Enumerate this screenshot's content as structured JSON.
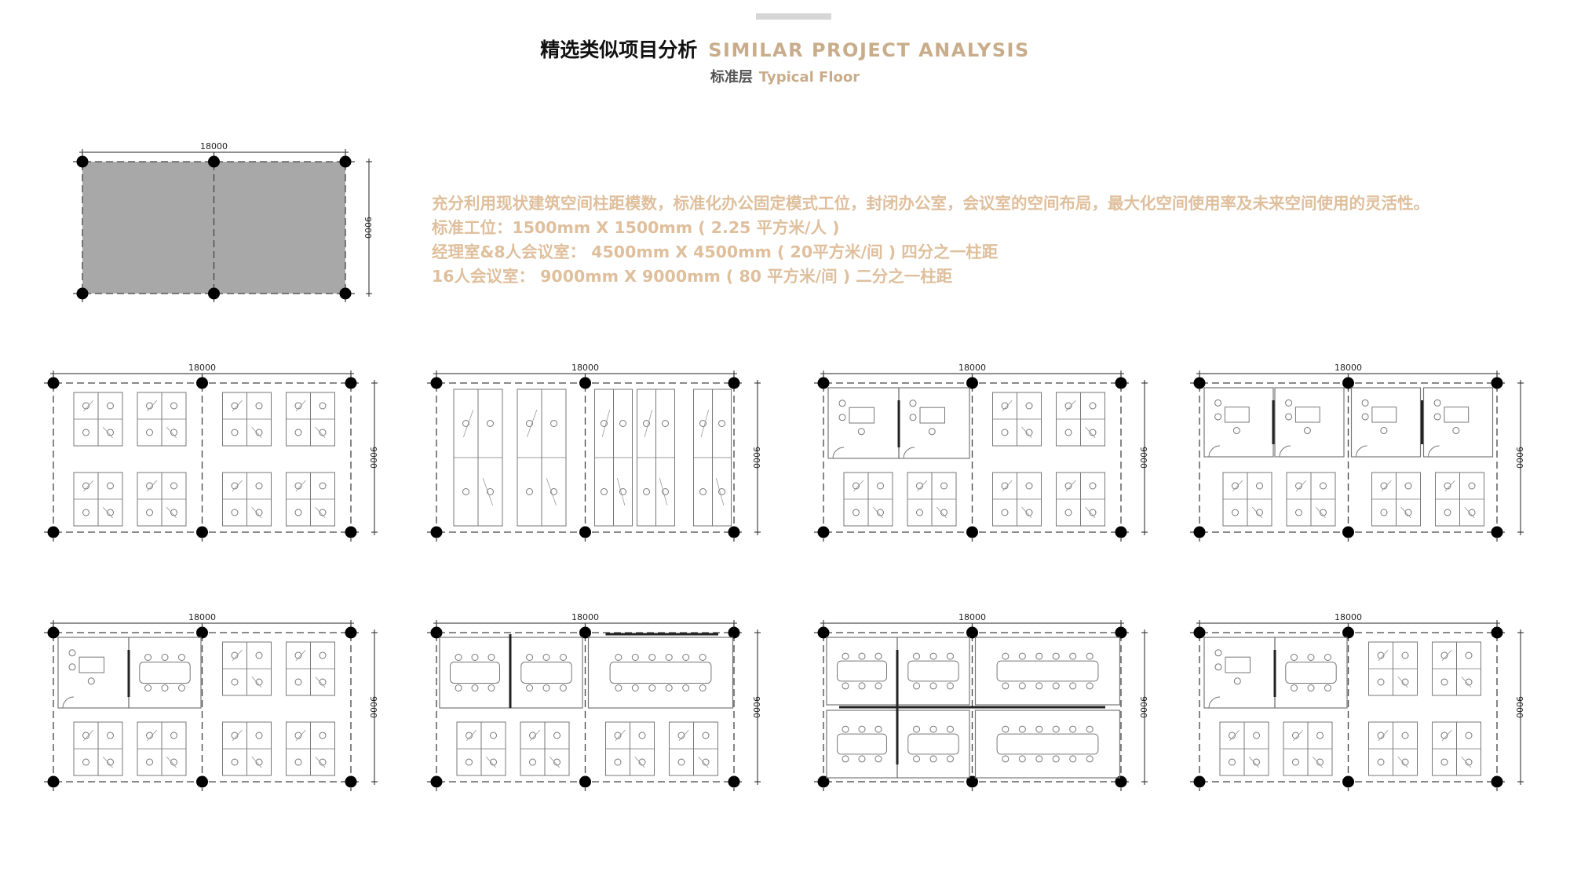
{
  "header": {
    "title_cn": "精选类似项目分析",
    "title_en": "SIMILAR PROJECT ANALYSIS",
    "subtitle_cn": "标准层",
    "subtitle_en": "Typical Floor"
  },
  "description": [
    "充分利用现状建筑空间柱距模数，标准化办公固定模式工位，封闭办公室，会议室的空间布局，最大化空间使用率及未来空间使用的灵活性。",
    "标准工位：1500mm X 1500mm ( 2.25 平方米/人 )",
    "经理室&8人会议室： 4500mm X 4500mm ( 20平方米/间 ) 四分之一柱距",
    "16人会议室： 9000mm X 9000mm ( 80 平方米/间 ) 二分之一柱距"
  ],
  "dimensions": {
    "width": "18000",
    "depth": "9000"
  },
  "colors": {
    "accent": "#c9ad8b",
    "description": "#dfbf9c",
    "bay_fill": "#a8a8a8",
    "column": "#000000"
  },
  "plans": [
    {
      "id": "bay-module"
    },
    {
      "id": "layout-1"
    },
    {
      "id": "layout-2"
    },
    {
      "id": "layout-3"
    },
    {
      "id": "layout-4"
    },
    {
      "id": "layout-5"
    },
    {
      "id": "layout-6"
    },
    {
      "id": "layout-7"
    },
    {
      "id": "layout-8"
    }
  ]
}
